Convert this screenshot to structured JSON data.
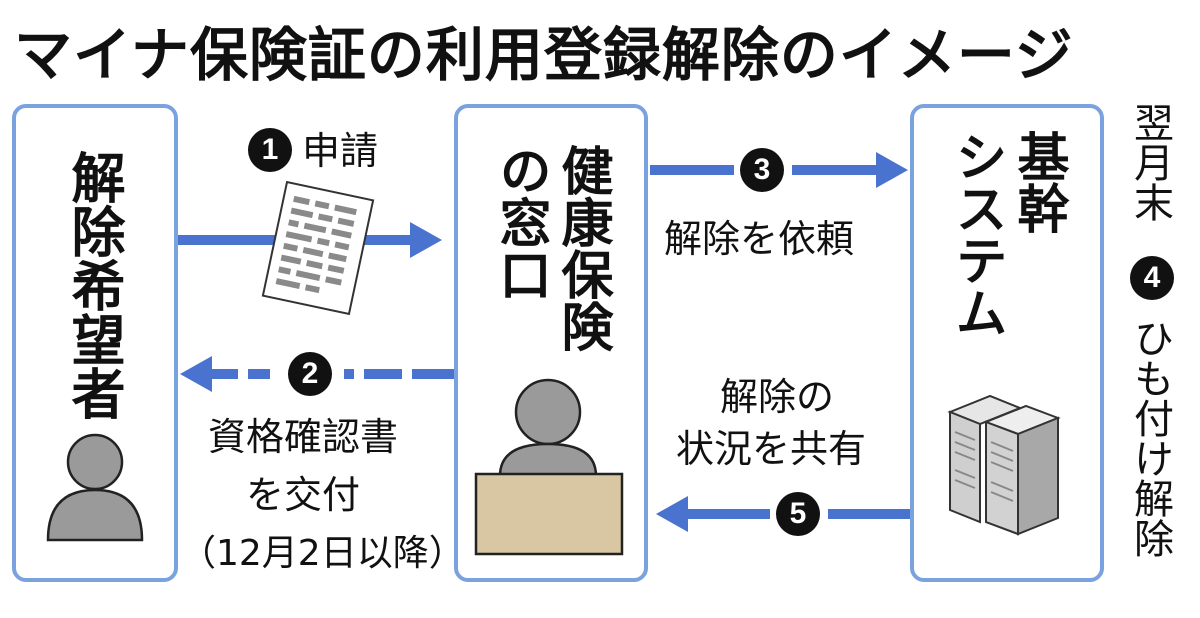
{
  "title": "マイナ保険証の利用登録解除のイメージ",
  "boxes": {
    "applicant": "解除希望者",
    "window": [
      "健康",
      "の窓",
      "保口",
      "険"
    ],
    "system": [
      "基シ",
      "幹ス",
      " テ",
      " ム"
    ]
  },
  "window_col1": "健康保険",
  "window_col2": "の窓口",
  "system_col1": "基幹",
  "system_col2": "システム",
  "steps": {
    "s1": {
      "num": "1",
      "label": "申請"
    },
    "s2": {
      "num": "2",
      "label_line1": "資格確認書",
      "label_line2": "を交付",
      "label_line3": "（12月2日以降）"
    },
    "s3": {
      "num": "3",
      "label": "解除を依頼"
    },
    "s4": {
      "num": "4",
      "label_top": "翌月末",
      "label_bottom": "ひも付け解除"
    },
    "s5": {
      "num": "5",
      "label_line1": "解除の",
      "label_line2": "状況を共有"
    }
  },
  "colors": {
    "box_border": "#7aa2de",
    "arrow": "#4a73cf",
    "person": "#9a9a9a",
    "desk": "#d8c7a2",
    "server": "#c8c8c8"
  },
  "icons": [
    "person-icon",
    "document-icon",
    "clerk-icon",
    "desk-icon",
    "server-icon"
  ]
}
